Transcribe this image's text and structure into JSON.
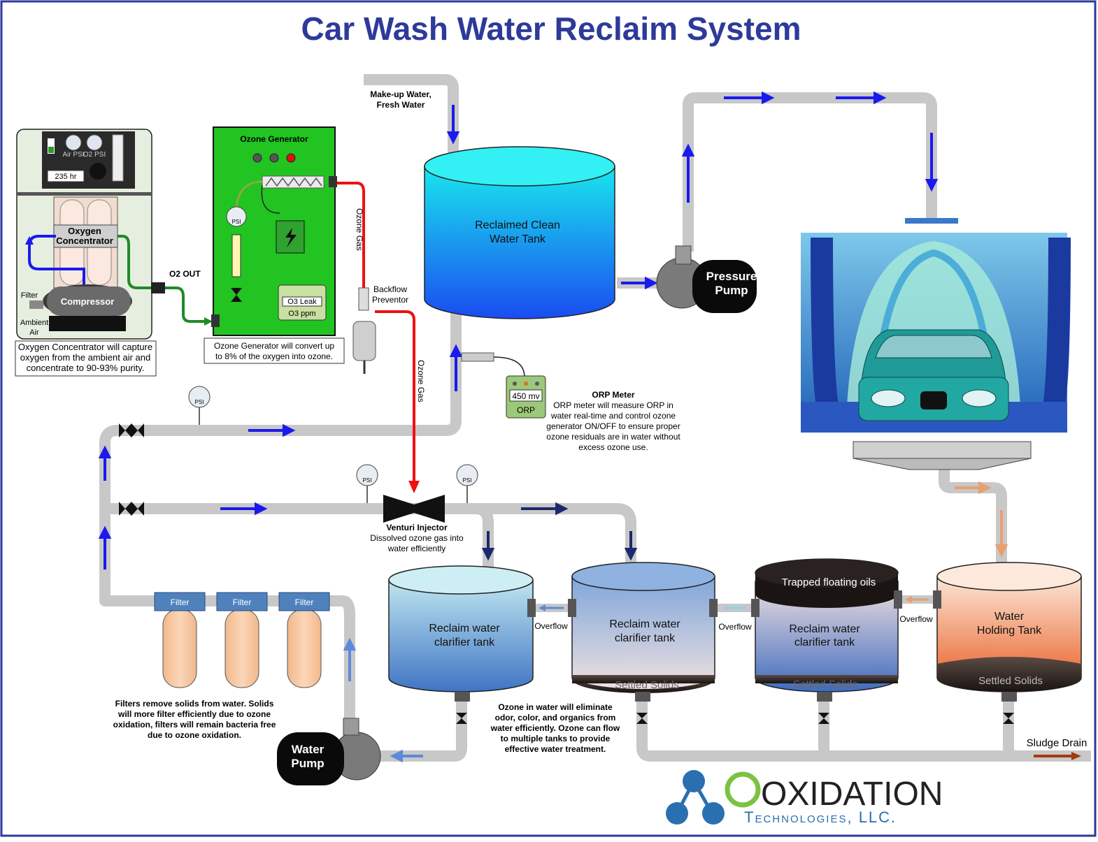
{
  "title": "Car Wash Water Reclaim System",
  "makeup_water": [
    "Make-up Water,",
    "Fresh Water"
  ],
  "oxygen_concentrator": {
    "air_psi": "Air PSI",
    "o2_psi": "O2 PSI",
    "hours": "235 hr",
    "name": [
      "Oxygen",
      "Concentrator"
    ],
    "compressor": "Compressor",
    "filter": "Filter",
    "ambient_air": [
      "Ambient",
      "Air"
    ],
    "o2_out": "O2 OUT",
    "caption": [
      "Oxygen Concentrator will capture",
      "oxygen from the ambient air and",
      "concentrate to 90-93% purity."
    ]
  },
  "ozone_generator": {
    "name": "Ozone Generator",
    "psi": "PSI",
    "leak": "O3 Leak",
    "ppm": "O3 ppm",
    "caption": [
      "Ozone Generator will convert up",
      "to 8% of the oxygen into ozone."
    ]
  },
  "ozone_gas": "Ozone Gas",
  "backflow": [
    "Backflow",
    "Preventor"
  ],
  "clean_tank": [
    "Reclaimed Clean",
    "Water Tank"
  ],
  "pressure_pump": [
    "Pressure",
    "Pump"
  ],
  "orp": {
    "reading": "450 mv",
    "label": "ORP",
    "title": "ORP Meter",
    "desc": [
      "ORP meter will measure ORP in",
      "water real-time and control ozone",
      "generator ON/OFF to ensure proper",
      "ozone residuals are in water without",
      "excess ozone use."
    ]
  },
  "psi": "PSI",
  "venturi": {
    "title": "Venturi Injector",
    "desc": [
      "Dissolved ozone gas into",
      "water efficiently"
    ]
  },
  "filters": {
    "labels": [
      "Filter",
      "Filter",
      "Filter"
    ],
    "caption": [
      "Filters remove solids from water.  Solids",
      "will more filter efficiently due to ozone",
      "oxidation, filters will remain bacteria free",
      "due to ozone oxidation."
    ]
  },
  "water_pump": [
    "Water",
    "Pump"
  ],
  "tanks": [
    {
      "label": [
        "Reclaim water",
        "clarifier tank"
      ]
    },
    {
      "label": [
        "Reclaim water",
        "clarifier tank"
      ],
      "solids": "Settled Solids"
    },
    {
      "label": [
        "Reclaim water",
        "clarifier tank"
      ],
      "solids": "Settled Solids",
      "oils": "Trapped floating oils"
    },
    {
      "label": [
        "Water",
        "Holding Tank"
      ],
      "solids": "Settled Solids"
    }
  ],
  "overflow": "Overflow",
  "ozone_note": [
    "Ozone in water will eliminate",
    "odor, color, and organics from",
    "water efficiently.  Ozone can flow",
    "to multiple tanks to provide",
    "effective water treatment."
  ],
  "sludge_drain": "Sludge Drain",
  "logo": {
    "name": "OXIDATION",
    "sub": "Technologies, LLC."
  },
  "colors": {
    "title": "#2d3a9a",
    "pipe": "#c8c8c8",
    "flow": "#1a1aee",
    "ozone_line": "#ee1111",
    "o2_line": "#1f8a2a",
    "generator": "#22c422"
  }
}
